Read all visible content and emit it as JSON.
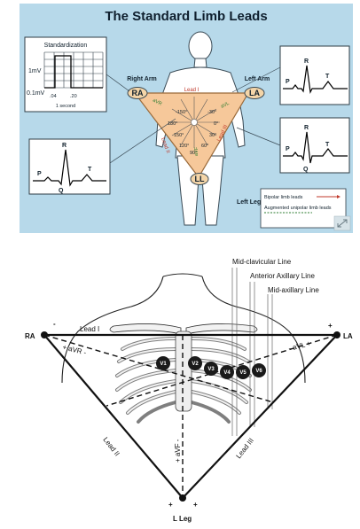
{
  "top": {
    "title": "The Standard Limb Leads",
    "standardization": {
      "title": "Standardization",
      "mv1": "1mV",
      "mv01": "0.1mV",
      "t04": ".04",
      "t20": ".20",
      "second": "1 second"
    },
    "labels": {
      "right_arm": "Right Arm",
      "left_arm": "Left Arm",
      "left_leg": "Left Leg",
      "ra": "RA",
      "la": "LA",
      "ll": "LL",
      "lead_i": "Lead I",
      "lead_ii": "Lead II",
      "lead_iii": "Lead III",
      "avr": "aVR",
      "avl": "aVL",
      "avf": "aVF"
    },
    "angles": [
      "-150°",
      "-30°",
      "180°",
      "0°",
      "150°",
      "30°",
      "120°",
      "60°",
      "90°"
    ],
    "waves": {
      "p": "P",
      "q": "Q",
      "r": "R",
      "t": "T"
    },
    "legend": {
      "bipolar": "Bipolar limb leads",
      "augmented": "Augmented unipolar limb leads"
    },
    "colors": {
      "panel": "#b7d9ea",
      "triangle": "#f6c89a",
      "bipolar_arrow": "#c0392b",
      "augmented_arrow": "#2e7d32"
    }
  },
  "bottom": {
    "lines": {
      "mid_clavicular": "Mid-clavicular Line",
      "anterior_axillary": "Anterior Axillary Line",
      "mid_axillary": "Mid-axillary Line"
    },
    "ra": "RA",
    "la": "LA",
    "l_leg": "L Leg",
    "lead_i": "Lead I",
    "lead_ii": "Lead II",
    "lead_iii": "Lead III",
    "avr": "+ aVR -",
    "avl": "- aVL +",
    "avf": "+ aVF -",
    "minus": "-",
    "plus": "+",
    "electrodes": [
      "V1",
      "V2",
      "V3",
      "V4",
      "V5",
      "V6"
    ]
  }
}
